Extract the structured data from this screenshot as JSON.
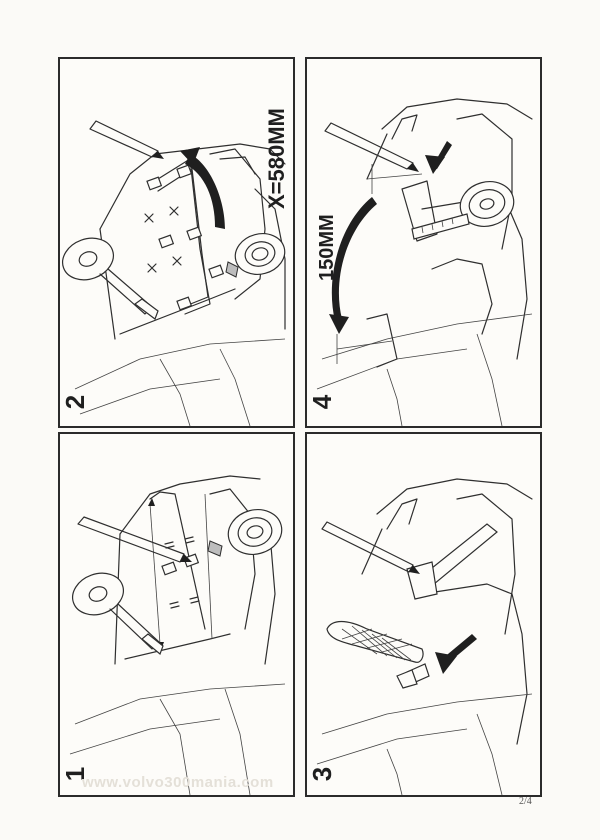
{
  "panels": [
    {
      "step": "2",
      "label": "X=580MM"
    },
    {
      "step": "4",
      "label": "150MM"
    },
    {
      "step": "1"
    },
    {
      "step": "3"
    }
  ],
  "watermark": "www.volvo300mania.com",
  "page_number": "2/4"
}
